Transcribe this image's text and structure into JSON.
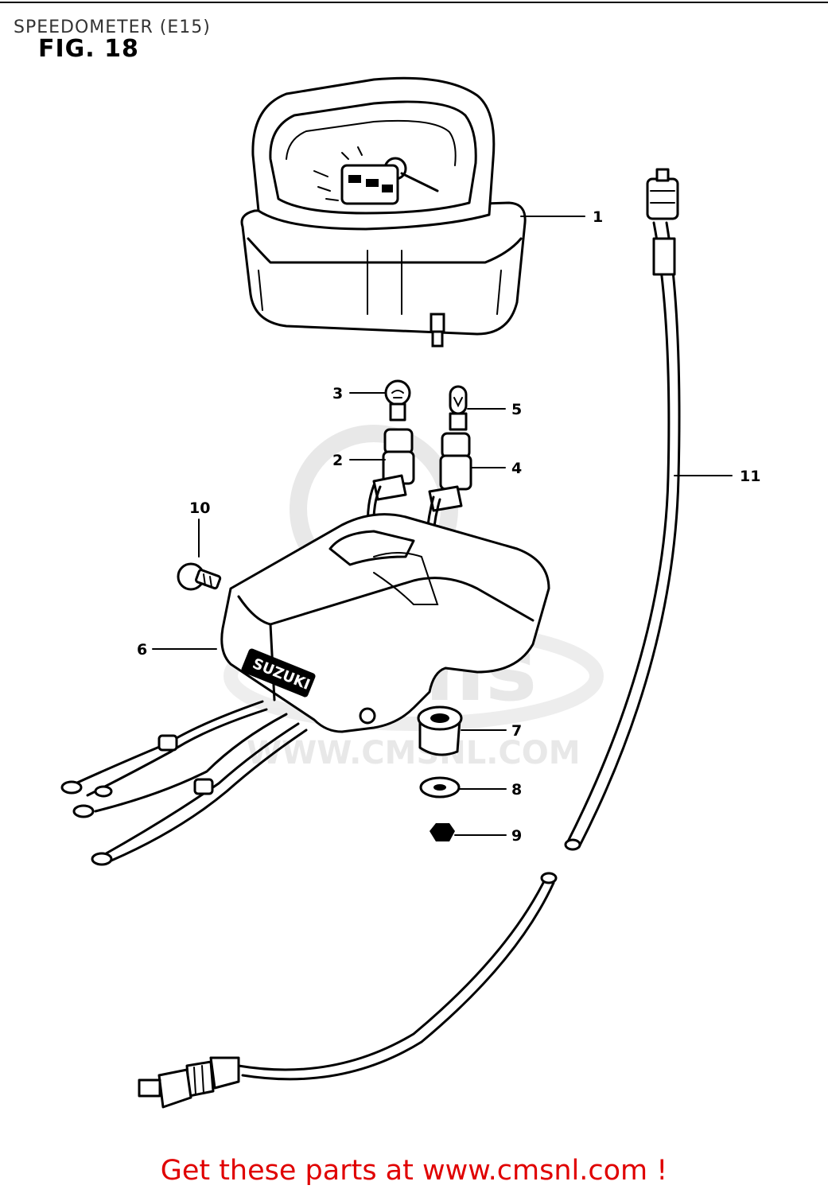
{
  "header": {
    "title": "SPEEDOMETER (E15)",
    "figure": "FIG. 18"
  },
  "watermark": {
    "logo_text": "cms",
    "url_text": "WWW.CMSNL.COM"
  },
  "brand_plate_text": "SUZUKI",
  "callouts": [
    {
      "number": "1"
    },
    {
      "number": "2"
    },
    {
      "number": "3"
    },
    {
      "number": "4"
    },
    {
      "number": "5"
    },
    {
      "number": "6"
    },
    {
      "number": "7"
    },
    {
      "number": "8"
    },
    {
      "number": "9"
    },
    {
      "number": "10"
    },
    {
      "number": "11"
    }
  ],
  "footer": {
    "link_text": "Get these parts at www.cmsnl.com !",
    "link_color": "#e00000"
  }
}
